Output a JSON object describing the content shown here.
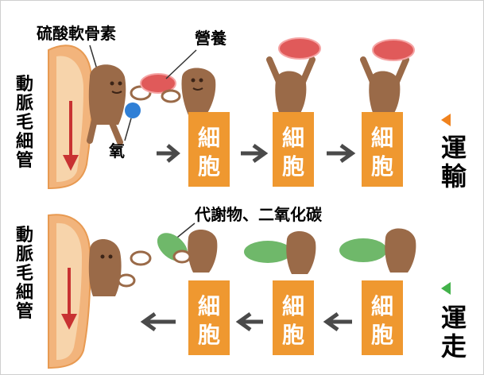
{
  "colors": {
    "artery_outer": "#f2b47c",
    "artery_inner": "#f7d4ab",
    "artery_edge": "#e89a52",
    "artery_arrow": "#c83232",
    "figure": "#9a6a48",
    "figure_dark": "#6b4631",
    "cell_box": "#ef9830",
    "flow_arrow": "#4a4a4a",
    "nutrient": "#e05a5a",
    "oxygen": "#2f7fd6",
    "waste": "#6fb86a",
    "transport_marker": "#f0821e",
    "remove_marker": "#42b24a"
  },
  "top_panel": {
    "vessel_label": "動脈毛細管",
    "labels": {
      "cartilage": "硫酸軟骨素",
      "nutrient": "營養",
      "oxygen": "氧"
    },
    "cells": [
      "細胞",
      "細胞",
      "細胞"
    ],
    "side_label": "運輸",
    "side_marker": "transport-triangle-icon",
    "flow_direction": "right"
  },
  "bottom_panel": {
    "vessel_label": "動脈毛細管",
    "labels": {
      "waste": "代謝物、二氧化碳"
    },
    "cells": [
      "細胞",
      "細胞",
      "細胞"
    ],
    "side_label": "運走",
    "side_marker": "remove-triangle-icon",
    "flow_direction": "left"
  }
}
